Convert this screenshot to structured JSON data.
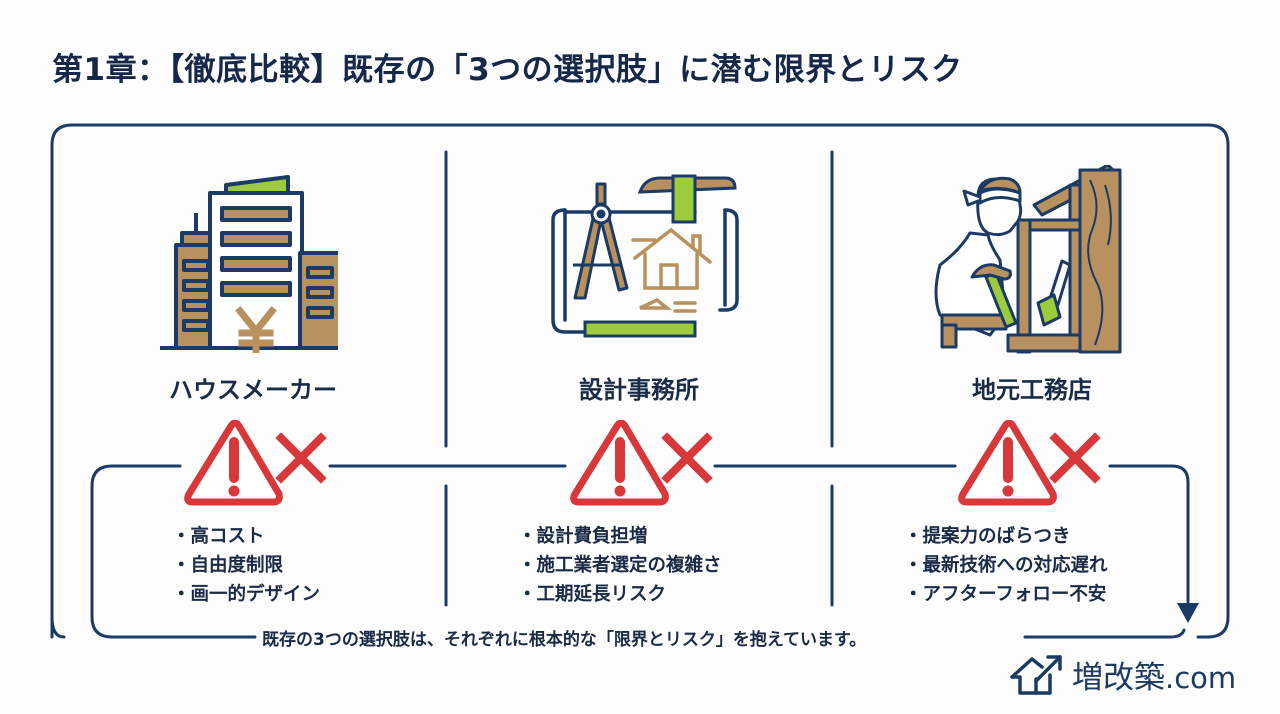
{
  "title": "第1章：【徹底比較】既存の「3つの選択肢」に潜む限界とリスク",
  "columns": [
    {
      "name": "ハウスメーカー",
      "icon": "office-buildings-yen-icon",
      "risks": [
        "高コスト",
        "自由度制限",
        "画一的デザイン"
      ]
    },
    {
      "name": "設計事務所",
      "icon": "blueprint-compass-icon",
      "risks": [
        "設計費負担増",
        "施工業者選定の複雑さ",
        "工期延長リスク"
      ]
    },
    {
      "name": "地元工務店",
      "icon": "carpenter-icon",
      "risks": [
        "提案力のばらつき",
        "最新技術への対応遅れ",
        "アフターフォロー不安"
      ]
    }
  ],
  "warning_icon": "warning-x-icon",
  "summary": "既存の3つの選択肢は、それぞれに根本的な「限界とリスク」を抱えています。",
  "logo": {
    "name": "増改築",
    "domain": ".com",
    "icon": "house-arrow-icon"
  },
  "colors": {
    "navy": "#1c3a66",
    "tan": "#b8915e",
    "green": "#9ccc3c",
    "red": "#d8383a",
    "text": "#1a2b48"
  }
}
